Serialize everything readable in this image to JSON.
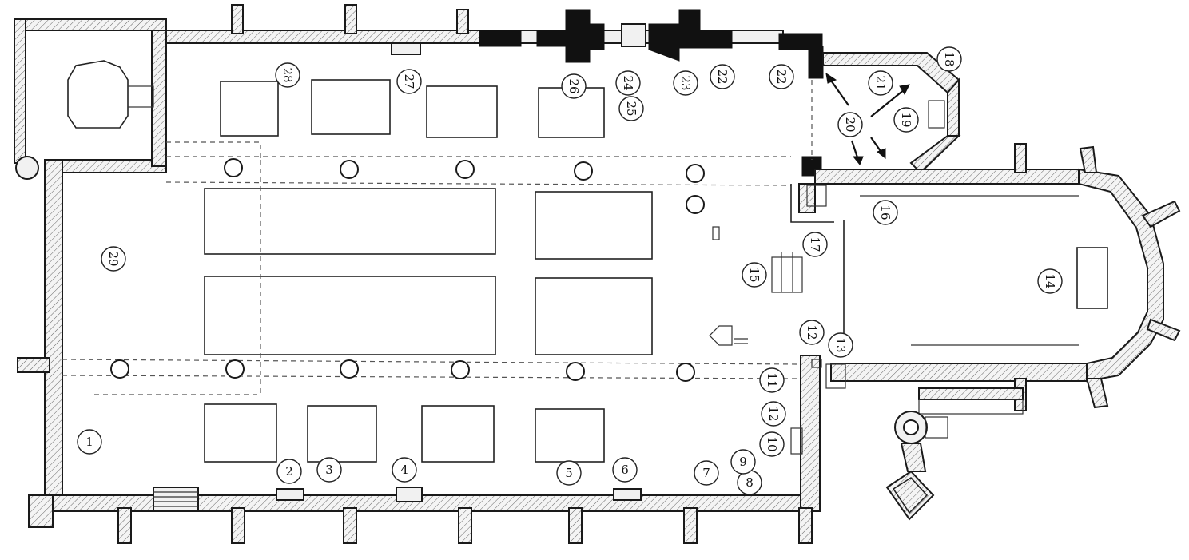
{
  "diagram": {
    "type": "church floor plan",
    "labels": [
      {
        "id": "1",
        "text": "1",
        "rot": 0
      },
      {
        "id": "2",
        "text": "2",
        "rot": 0
      },
      {
        "id": "3",
        "text": "3",
        "rot": 0
      },
      {
        "id": "4",
        "text": "4",
        "rot": 0
      },
      {
        "id": "5",
        "text": "5",
        "rot": 0
      },
      {
        "id": "6",
        "text": "6",
        "rot": 0
      },
      {
        "id": "7",
        "text": "7",
        "rot": 0
      },
      {
        "id": "8",
        "text": "8",
        "rot": 0
      },
      {
        "id": "9",
        "text": "9",
        "rot": 0
      },
      {
        "id": "10",
        "text": "10",
        "rot": 90
      },
      {
        "id": "11",
        "text": "11",
        "rot": 90
      },
      {
        "id": "12a",
        "text": "12",
        "rot": 90
      },
      {
        "id": "12b",
        "text": "12",
        "rot": 90
      },
      {
        "id": "13",
        "text": "13",
        "rot": 90
      },
      {
        "id": "14",
        "text": "14",
        "rot": 90
      },
      {
        "id": "15",
        "text": "15",
        "rot": 90
      },
      {
        "id": "16",
        "text": "16",
        "rot": 90
      },
      {
        "id": "17",
        "text": "17",
        "rot": 90
      },
      {
        "id": "18",
        "text": "18",
        "rot": 90
      },
      {
        "id": "19",
        "text": "19",
        "rot": 90
      },
      {
        "id": "20",
        "text": "20",
        "rot": 90
      },
      {
        "id": "21",
        "text": "21",
        "rot": 90
      },
      {
        "id": "22a",
        "text": "22",
        "rot": 90
      },
      {
        "id": "22b",
        "text": "22",
        "rot": 90
      },
      {
        "id": "23",
        "text": "23",
        "rot": 90
      },
      {
        "id": "24",
        "text": "24",
        "rot": 90
      },
      {
        "id": "25",
        "text": "25",
        "rot": 90
      },
      {
        "id": "26",
        "text": "26",
        "rot": 90
      },
      {
        "id": "27",
        "text": "27",
        "rot": 90
      },
      {
        "id": "28",
        "text": "28",
        "rot": 90
      },
      {
        "id": "29",
        "text": "29",
        "rot": 90
      }
    ]
  }
}
